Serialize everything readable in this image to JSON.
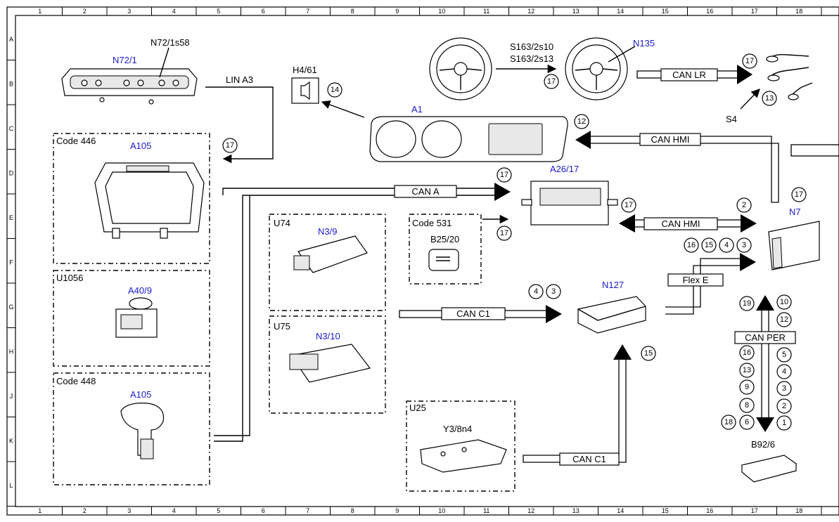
{
  "grid": {
    "columns": [
      "1",
      "2",
      "3",
      "4",
      "5",
      "6",
      "7",
      "8",
      "9",
      "10",
      "11",
      "12",
      "13",
      "14",
      "15",
      "16",
      "17",
      "18"
    ],
    "rows": [
      "A",
      "B",
      "C",
      "D",
      "E",
      "F",
      "G",
      "H",
      "J",
      "K",
      "L"
    ]
  },
  "components": {
    "n72_1": "N72/1",
    "n72_1s58": "N72/1s58",
    "h4_61": "H4/61",
    "a1": "A1",
    "s163": [
      "S163/2s10",
      "S163/2s13"
    ],
    "n135": "N135",
    "s4": "S4",
    "a105_446": "A105",
    "a105_448": "A105",
    "a26_17": "A26/17",
    "n7": "N7",
    "n3_9": "N3/9",
    "n3_10": "N3/10",
    "b25_20": "B25/20",
    "a40_9": "A40/9",
    "n127": "N127",
    "y3_8n4": "Y3/8n4",
    "b92_6": "B92/6"
  },
  "groups": {
    "code446": "Code 446",
    "u1056": "U1056",
    "code448": "Code 448",
    "u74": "U74",
    "u75": "U75",
    "code531": "Code 531",
    "u25": "U25"
  },
  "buses": {
    "lin_a3": "LIN A3",
    "can_lr": "CAN LR",
    "can_hmi_top": "CAN HMI",
    "can_a": "CAN A",
    "can_hmi_mid": "CAN HMI",
    "can_c1_mid": "CAN C1",
    "flex_e": "Flex E",
    "can_per": "CAN PER",
    "can_c1_bot": "CAN C1"
  },
  "markers": {
    "m14": "14",
    "m17_s163": "17",
    "m17_s4": "17",
    "m13_s4": "13",
    "m12_a1": "12",
    "m17_lin": "17",
    "m17_cana": "17",
    "m17_n7": "17",
    "m17_hmi": "17",
    "m2_hmi": "2",
    "m17_code531": "17",
    "m16_flex": "16",
    "m15_flex": "15",
    "m4_flex": "4",
    "m3_flex": "3",
    "m4_c1": "4",
    "m3_c1": "3",
    "m15_n127": "15",
    "per_left": [
      "19",
      "16",
      "13",
      "9",
      "8",
      "18",
      "6"
    ],
    "per_right": [
      "10",
      "12",
      "5",
      "4",
      "3",
      "2",
      "1"
    ]
  }
}
